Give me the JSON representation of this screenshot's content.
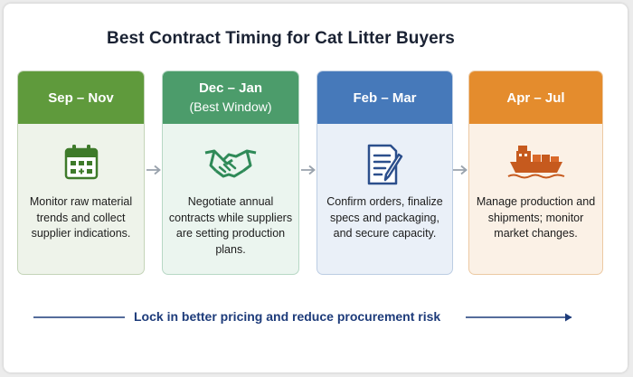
{
  "title": "Best Contract Timing for Cat Litter Buyers",
  "stages": [
    {
      "period": "Sep – Nov",
      "subtitle": "",
      "icon": "calendar-icon",
      "text": "Monitor raw material trends and collect supplier indications.",
      "color": "#5f9a3c"
    },
    {
      "period": "Dec – Jan",
      "subtitle": "(Best Window)",
      "icon": "handshake-icon",
      "text": "Negotiate annual contracts while suppliers are setting production plans.",
      "color": "#4c9c6b"
    },
    {
      "period": "Feb – Mar",
      "subtitle": "",
      "icon": "document-edit-icon",
      "text": "Confirm orders, finalize specs and packaging, and secure capacity.",
      "color": "#4679ba"
    },
    {
      "period": "Apr – Jul",
      "subtitle": "",
      "icon": "cargo-ship-icon",
      "text": "Manage production and shipments; monitor market changes.",
      "color": "#e48c2d"
    }
  ],
  "footer": "Lock in better pricing and reduce procurement risk"
}
